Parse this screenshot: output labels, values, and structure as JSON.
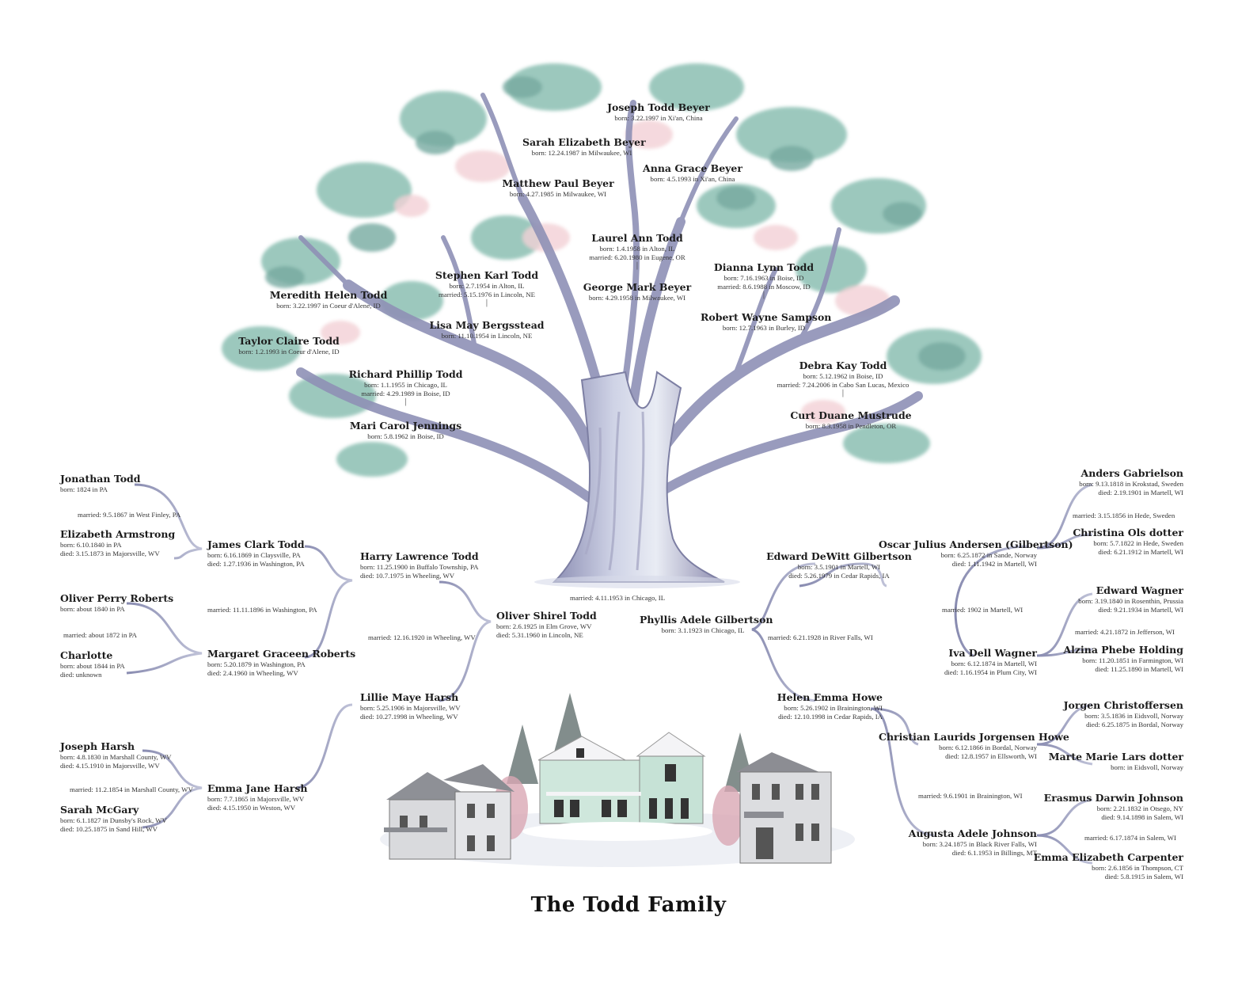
{
  "title": "The Todd Family",
  "people": [
    {
      "id": "joseph-todd-beyer",
      "name": "Joseph Todd Beyer",
      "lines": [
        "born: 3.22.1997 in Xi'an, China"
      ],
      "align": "c"
    },
    {
      "id": "sarah-elizabeth-beyer",
      "name": "Sarah Elizabeth Beyer",
      "lines": [
        "born: 12.24.1987 in Milwaukee, WI"
      ],
      "align": "c"
    },
    {
      "id": "anna-grace-beyer",
      "name": "Anna Grace Beyer",
      "lines": [
        "born: 4.5.1993 in Xi'an, China"
      ],
      "align": "c"
    },
    {
      "id": "matthew-paul-beyer",
      "name": "Matthew Paul Beyer",
      "lines": [
        "born: 4.27.1985 in Milwaukee, WI"
      ],
      "align": "c"
    },
    {
      "id": "laurel-ann-todd",
      "name": "Laurel Ann Todd",
      "lines": [
        "born: 1.4.1958 in Alton, IL",
        "married: 6.20.1980 in Eugene, OR"
      ],
      "align": "c",
      "by": true
    },
    {
      "id": "george-mark-beyer",
      "name": "George Mark Beyer",
      "lines": [
        "born: 4.29.1958 in Milwaukee, WI"
      ],
      "align": "c"
    },
    {
      "id": "stephen-karl-todd",
      "name": "Stephen Karl Todd",
      "lines": [
        "born: 2.7.1954 in Alton, IL",
        "married: 5.15.1976 in Lincoln, NE"
      ],
      "align": "c",
      "by": true
    },
    {
      "id": "lisa-may-bergsstead",
      "name": "Lisa May Bergsstead",
      "lines": [
        "born: 11.10.1954 in Lincoln, NE"
      ],
      "align": "c"
    },
    {
      "id": "dianna-lynn-todd",
      "name": "Dianna Lynn Todd",
      "lines": [
        "born: 7.16.1963 in Boise, ID",
        "married: 8.6.1988 in Moscow, ID"
      ],
      "align": "c",
      "by": true
    },
    {
      "id": "robert-wayne-sampson",
      "name": "Robert Wayne Sampson",
      "lines": [
        "born: 12.7.1963 in Burley, ID"
      ],
      "align": "c"
    },
    {
      "id": "meredith-helen-todd",
      "name": "Meredith Helen Todd",
      "lines": [
        "born: 3.22.1997 in Coeur d'Alene, ID"
      ],
      "align": "c"
    },
    {
      "id": "taylor-claire-todd",
      "name": "Taylor Claire Todd",
      "lines": [
        "born: 1.2.1993 in Coeur d'Alene, ID"
      ],
      "align": "c"
    },
    {
      "id": "richard-phillip-todd",
      "name": "Richard Phillip Todd",
      "lines": [
        "born: 1.1.1955 in Chicago, IL",
        "married: 4.29.1989 in Boise, ID"
      ],
      "align": "c",
      "by": true
    },
    {
      "id": "mari-carol-jennings",
      "name": "Mari Carol Jennings",
      "lines": [
        "born: 5.8.1962 in Boise, ID"
      ],
      "align": "c"
    },
    {
      "id": "debra-kay-todd",
      "name": "Debra Kay Todd",
      "lines": [
        "born: 5.12.1962 in Boise, ID",
        "married: 7.24.2006 in Cabo San Lucas, Mexico"
      ],
      "align": "c",
      "by": true
    },
    {
      "id": "curt-duane-mustrude",
      "name": "Curt Duane Mustrude",
      "lines": [
        "born: 8.3.1958 in Pendleton, OR"
      ],
      "align": "c"
    },
    {
      "id": "jonathan-todd",
      "name": "Jonathan Todd",
      "lines": [
        "born: 1824 in PA"
      ],
      "align": "l"
    },
    {
      "id": "elizabeth-armstrong",
      "name": "Elizabeth Armstrong",
      "lines": [
        "born: 6.10.1840 in PA",
        "died: 3.15.1873 in Majorsville, WV"
      ],
      "align": "l"
    },
    {
      "id": "james-clark-todd",
      "name": "James Clark Todd",
      "lines": [
        "born: 6.16.1869 in Claysville, PA",
        "died: 1.27.1936 in Washington, PA"
      ],
      "align": "l"
    },
    {
      "id": "oliver-perry-roberts",
      "name": "Oliver Perry Roberts",
      "lines": [
        "born: about 1840 in PA"
      ],
      "align": "l"
    },
    {
      "id": "charlotte",
      "name": "Charlotte",
      "lines": [
        "born: about 1844 in PA",
        "died: unknown"
      ],
      "align": "l"
    },
    {
      "id": "margaret-graceen-roberts",
      "name": "Margaret Graceen Roberts",
      "lines": [
        "born: 5.20.1879 in Washington, PA",
        "died: 2.4.1960 in Wheeling, WV"
      ],
      "align": "l"
    },
    {
      "id": "harry-lawrence-todd",
      "name": "Harry Lawrence Todd",
      "lines": [
        "born: 11.25.1900 in Buffalo Township, PA",
        "died: 10.7.1975 in Wheeling, WV"
      ],
      "align": "l"
    },
    {
      "id": "oliver-shirel-todd",
      "name": "Oliver Shirel Todd",
      "lines": [
        "born: 2.6.1925 in Elm Grove, WV",
        "died: 5.31.1960 in Lincoln, NE"
      ],
      "align": "l"
    },
    {
      "id": "lillie-maye-harsh",
      "name": "Lillie Maye Harsh",
      "lines": [
        "born: 5.25.1906 in Majorsville, WV",
        "died: 10.27.1998 in Wheeling, WV"
      ],
      "align": "l"
    },
    {
      "id": "joseph-harsh",
      "name": "Joseph Harsh",
      "lines": [
        "born: 4.8.1830 in Marshall County, WV",
        "died: 4.15.1910 in Majorsville, WV"
      ],
      "align": "l"
    },
    {
      "id": "sarah-mcgary",
      "name": "Sarah McGary",
      "lines": [
        "born: 6.1.1827 in Dunsby's Rock, WV",
        "died: 10.25.1875 in Sand Hill, WV"
      ],
      "align": "l"
    },
    {
      "id": "emma-jane-harsh",
      "name": "Emma Jane Harsh",
      "lines": [
        "born: 7.7.1865 in Majorsville, WV",
        "died: 4.15.1950 in Weston, WV"
      ],
      "align": "l"
    },
    {
      "id": "phyllis-adele-gilbertson",
      "name": "Phyllis Adele Gilbertson",
      "lines": [
        "born: 3.1.1923 in Chicago, IL"
      ],
      "align": "c"
    },
    {
      "id": "edward-dewitt-gilbertson",
      "name": "Edward DeWitt Gilbertson",
      "lines": [
        "born: 3.5.1901 in Martell, WI",
        "died: 5.26.1979 in Cedar Rapids, IA"
      ],
      "align": "c"
    },
    {
      "id": "helen-emma-howe",
      "name": "Helen Emma Howe",
      "lines": [
        "born: 5.26.1902 in Brainington, WI",
        "died: 12.10.1998 in Cedar Rapids, IA"
      ],
      "align": "r"
    },
    {
      "id": "oscar-julius-andersen",
      "name": "Oscar Julius Andersen (Gilbertson)",
      "lines": [
        "born: 6.25.1872 in Sande, Norway",
        "died: 1.11.1942 in Martell, WI"
      ],
      "align": "r"
    },
    {
      "id": "iva-dell-wagner",
      "name": "Iva Dell Wagner",
      "lines": [
        "born: 6.12.1874 in Martell, WI",
        "died: 1.16.1954 in Plum City, WI"
      ],
      "align": "r"
    },
    {
      "id": "anders-gabrielson",
      "name": "Anders Gabrielson",
      "lines": [
        "born: 9.13.1818 in Krokstad, Sweden",
        "died: 2.19.1901 in Martell, WI"
      ],
      "align": "r"
    },
    {
      "id": "christina-ols-dotter",
      "name": "Christina Ols dotter",
      "lines": [
        "born: 5.7.1822 in Hede, Sweden",
        "died: 6.21.1912 in Martell, WI"
      ],
      "align": "r"
    },
    {
      "id": "edward-wagner",
      "name": "Edward Wagner",
      "lines": [
        "born: 3.19.1840 in Rosenthin, Prussia",
        "died: 9.21.1934 in Martell, WI"
      ],
      "align": "r"
    },
    {
      "id": "alzina-phebe-holding",
      "name": "Alzina Phebe Holding",
      "lines": [
        "born: 11.20.1851 in Farmington, WI",
        "died: 11.25.1890 in Martell, WI"
      ],
      "align": "r"
    },
    {
      "id": "christian-laurids-jorgensen-howe",
      "name": "Christian Laurids Jorgensen Howe",
      "lines": [
        "born: 6.12.1866 in Bordal, Norway",
        "died: 12.8.1957 in Ellsworth, WI"
      ],
      "align": "r"
    },
    {
      "id": "augusta-adele-johnson",
      "name": "Augusta Adele Johnson",
      "lines": [
        "born: 3.24.1875 in Black River Falls, WI",
        "died: 6.1.1953 in Billings, MT"
      ],
      "align": "r"
    },
    {
      "id": "jorgen-christoffersen",
      "name": "Jorgen Christoffersen",
      "lines": [
        "born: 3.5.1836 in Eidsvoll, Norway",
        "died: 6.25.1875 in Bordal, Norway"
      ],
      "align": "r"
    },
    {
      "id": "marte-marie-lars-dotter",
      "name": "Marte Marie Lars dotter",
      "lines": [
        "born: in Eidsvoll, Norway"
      ],
      "align": "r"
    },
    {
      "id": "erasmus-darwin-johnson",
      "name": "Erasmus Darwin Johnson",
      "lines": [
        "born: 2.21.1832 in Otsego, NY",
        "died: 9.14.1898 in Salem, WI"
      ],
      "align": "r"
    },
    {
      "id": "emma-elizabeth-carpenter",
      "name": "Emma Elizabeth Carpenter",
      "lines": [
        "born: 2.6.1856 in Thompson, CT",
        "died: 5.8.1915 in Salem, WI"
      ],
      "align": "r"
    }
  ],
  "marriages": [
    {
      "id": "married-jonathan-elizabeth",
      "text": "married: 9.5.1867 in West Finley, PA"
    },
    {
      "id": "married-james-margaret",
      "text": "married: 11.11.1896 in Washington, PA"
    },
    {
      "id": "married-oliver-charlotte",
      "text": "married: about 1872 in PA"
    },
    {
      "id": "married-harry-lillie",
      "text": "married: 12.16.1920 in Wheeling, WV"
    },
    {
      "id": "married-oliver-phyllis",
      "text": "married: 4.11.1953 in Chicago, IL"
    },
    {
      "id": "married-joseph-sarah",
      "text": "married: 11.2.1854 in Marshall County, WV"
    },
    {
      "id": "married-edward-helen",
      "text": "married: 6.21.1928 in River Falls, WI"
    },
    {
      "id": "married-oscar-iva",
      "text": "married: 1902 in Martell, WI"
    },
    {
      "id": "married-anders-christina",
      "text": "married: 3.15.1856 in Hede, Sweden"
    },
    {
      "id": "married-edward-alzina",
      "text": "married: 4.21.1872 in Jefferson, WI"
    },
    {
      "id": "married-christian-augusta",
      "text": "married: 9.6.1901 in Brainington, WI"
    },
    {
      "id": "married-erasmus-emma",
      "text": "married: 6.17.1874 in Salem, WI"
    }
  ]
}
